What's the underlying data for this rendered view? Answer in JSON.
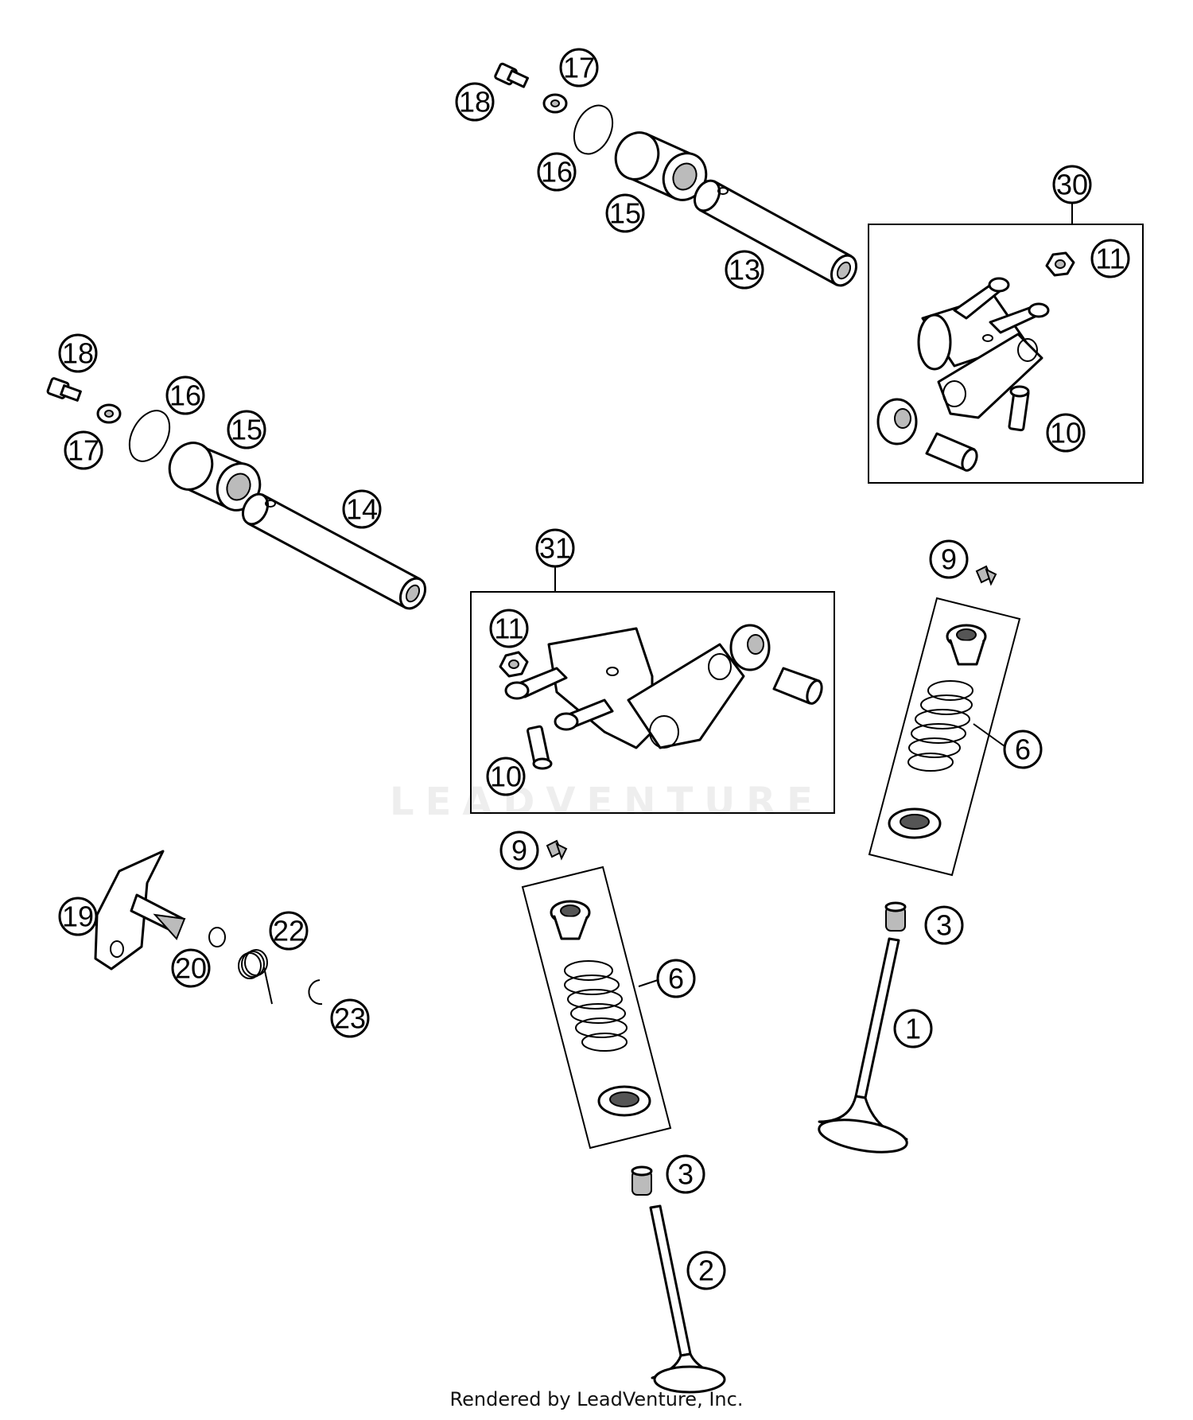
{
  "watermark": "LEADVENTURE",
  "credit": "Rendered by LeadVenture, Inc.",
  "callouts": {
    "c30": "30",
    "c31": "31",
    "c18a": "18",
    "c17a": "17",
    "c16a": "16",
    "c15a": "15",
    "c13": "13",
    "c11a": "11",
    "c10a": "10",
    "c18b": "18",
    "c16b": "16",
    "c17b": "17",
    "c15b": "15",
    "c14": "14",
    "c11b": "11",
    "c10b": "10",
    "c9a": "9",
    "c6a": "6",
    "c3a": "3",
    "c1": "1",
    "c9b": "9",
    "c6b": "6",
    "c3b": "3",
    "c2": "2",
    "c19": "19",
    "c20": "20",
    "c22": "22",
    "c23": "23"
  }
}
